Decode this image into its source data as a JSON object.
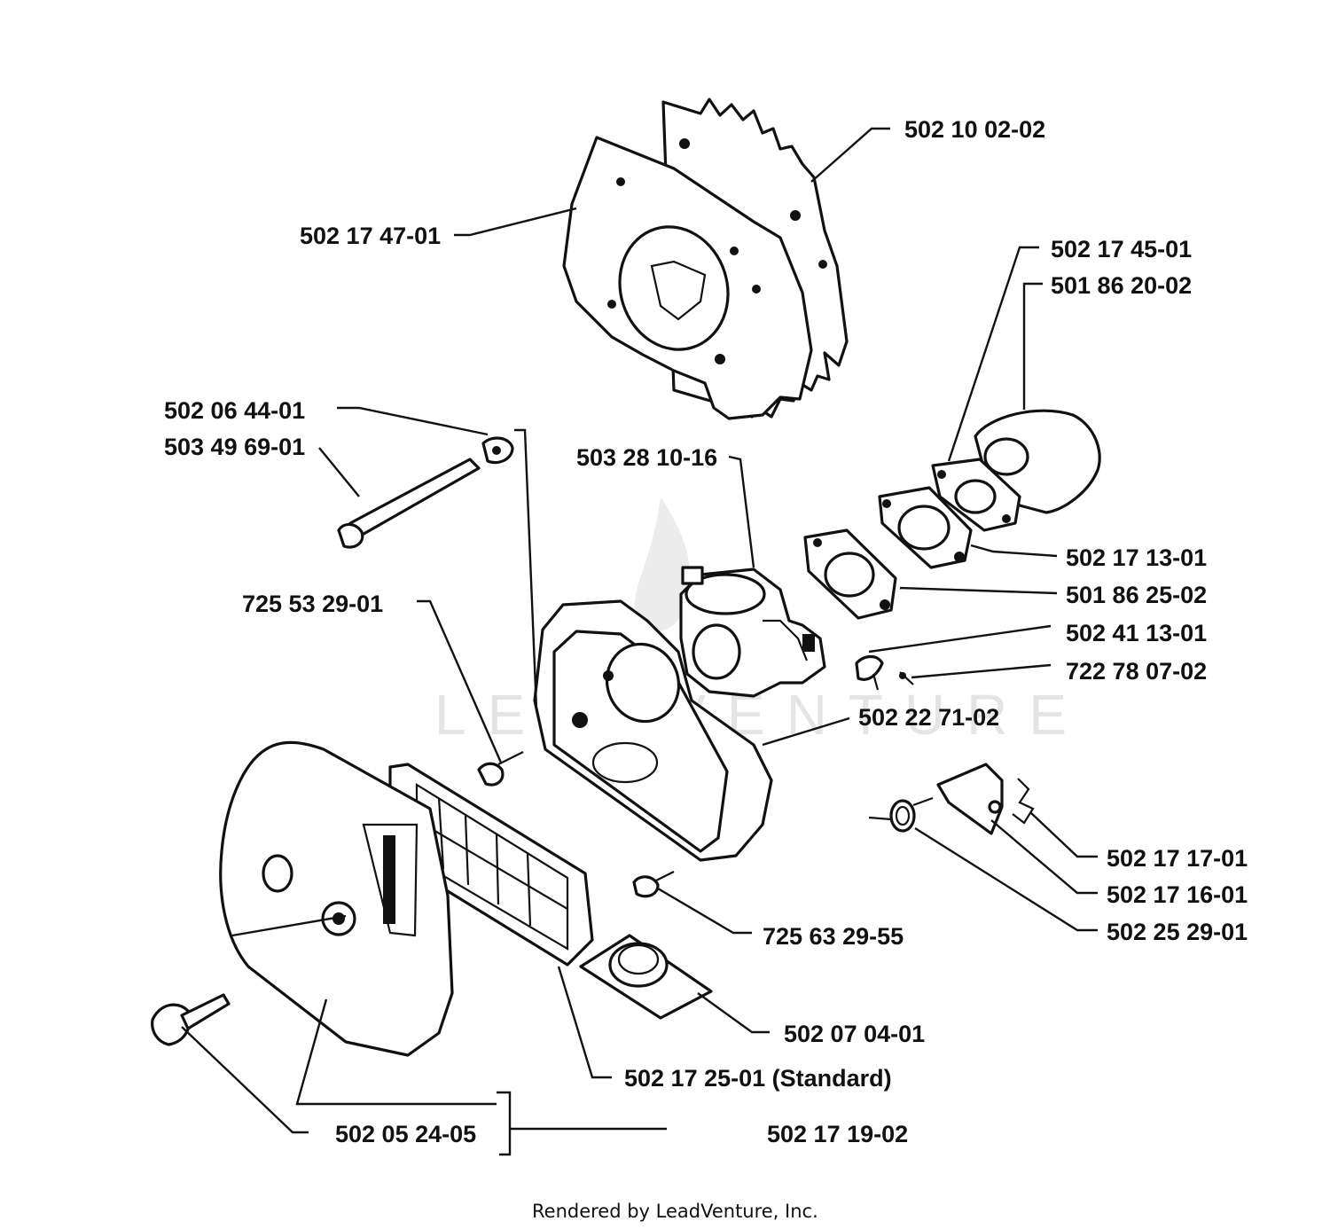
{
  "title": "",
  "watermark": "LEADVENTURE",
  "footer": "Rendered by LeadVenture, Inc.",
  "parts": [
    {
      "id": "p1",
      "number": "502 10 02-02"
    },
    {
      "id": "p2",
      "number": "502 17 47-01"
    },
    {
      "id": "p3",
      "number": "502 17 45-01"
    },
    {
      "id": "p4",
      "number": "501 86 20-02"
    },
    {
      "id": "p5",
      "number": "502 06 44-01"
    },
    {
      "id": "p6",
      "number": "503 49 69-01"
    },
    {
      "id": "p7",
      "number": "503 28 10-16"
    },
    {
      "id": "p8",
      "number": "502 17 13-01"
    },
    {
      "id": "p9",
      "number": "501 86 25-02"
    },
    {
      "id": "p10",
      "number": "725 53 29-01"
    },
    {
      "id": "p11",
      "number": "502 41 13-01"
    },
    {
      "id": "p12",
      "number": "722 78 07-02"
    },
    {
      "id": "p13",
      "number": "502 22 71-02"
    },
    {
      "id": "p14",
      "number": "502 17 17-01"
    },
    {
      "id": "p15",
      "number": "502 17 16-01"
    },
    {
      "id": "p16",
      "number": "502 25 29-01"
    },
    {
      "id": "p17",
      "number": "725 63 29-55"
    },
    {
      "id": "p18",
      "number": "502 07 04-01"
    },
    {
      "id": "p19",
      "number": "502 17 25-01 (Standard)"
    },
    {
      "id": "p20",
      "number": "502 05 24-05"
    },
    {
      "id": "p21",
      "number": "502 17 19-02"
    }
  ]
}
